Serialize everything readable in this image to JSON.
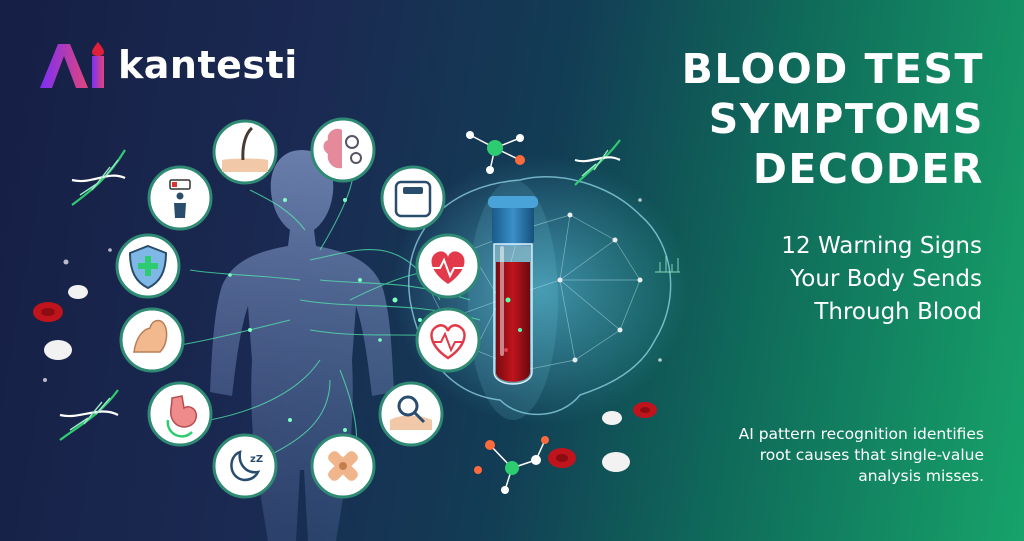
{
  "brand": {
    "name": "kantesti"
  },
  "headline": {
    "lines": [
      "BLOOD TEST",
      "SYMPTOMS",
      "DECODER"
    ]
  },
  "subheadline": {
    "lines": [
      "12 Warning Signs",
      "Your Body Sends",
      "Through Blood"
    ]
  },
  "tagline": {
    "lines": [
      "AI pattern recognition identifies",
      "root causes that single-value",
      "analysis misses."
    ]
  },
  "colors": {
    "background_left": "#161f45",
    "background_right": "#17a36a",
    "accent_green": "#2ecc71",
    "brand_gradient_start": "#7b2ff7",
    "brand_gradient_end": "#e0457b",
    "blood_red": "#c0141c"
  },
  "symptom_icons": [
    "hair-icon",
    "brain-gear-icon",
    "low-battery-person-icon",
    "weight-scale-icon",
    "shield-cross-icon",
    "heart-pulse-icon",
    "flexed-arm-icon",
    "heart-pulse-icon",
    "stomach-icon",
    "skin-magnifier-icon",
    "moon-sleep-icon",
    "bandage-icon"
  ]
}
